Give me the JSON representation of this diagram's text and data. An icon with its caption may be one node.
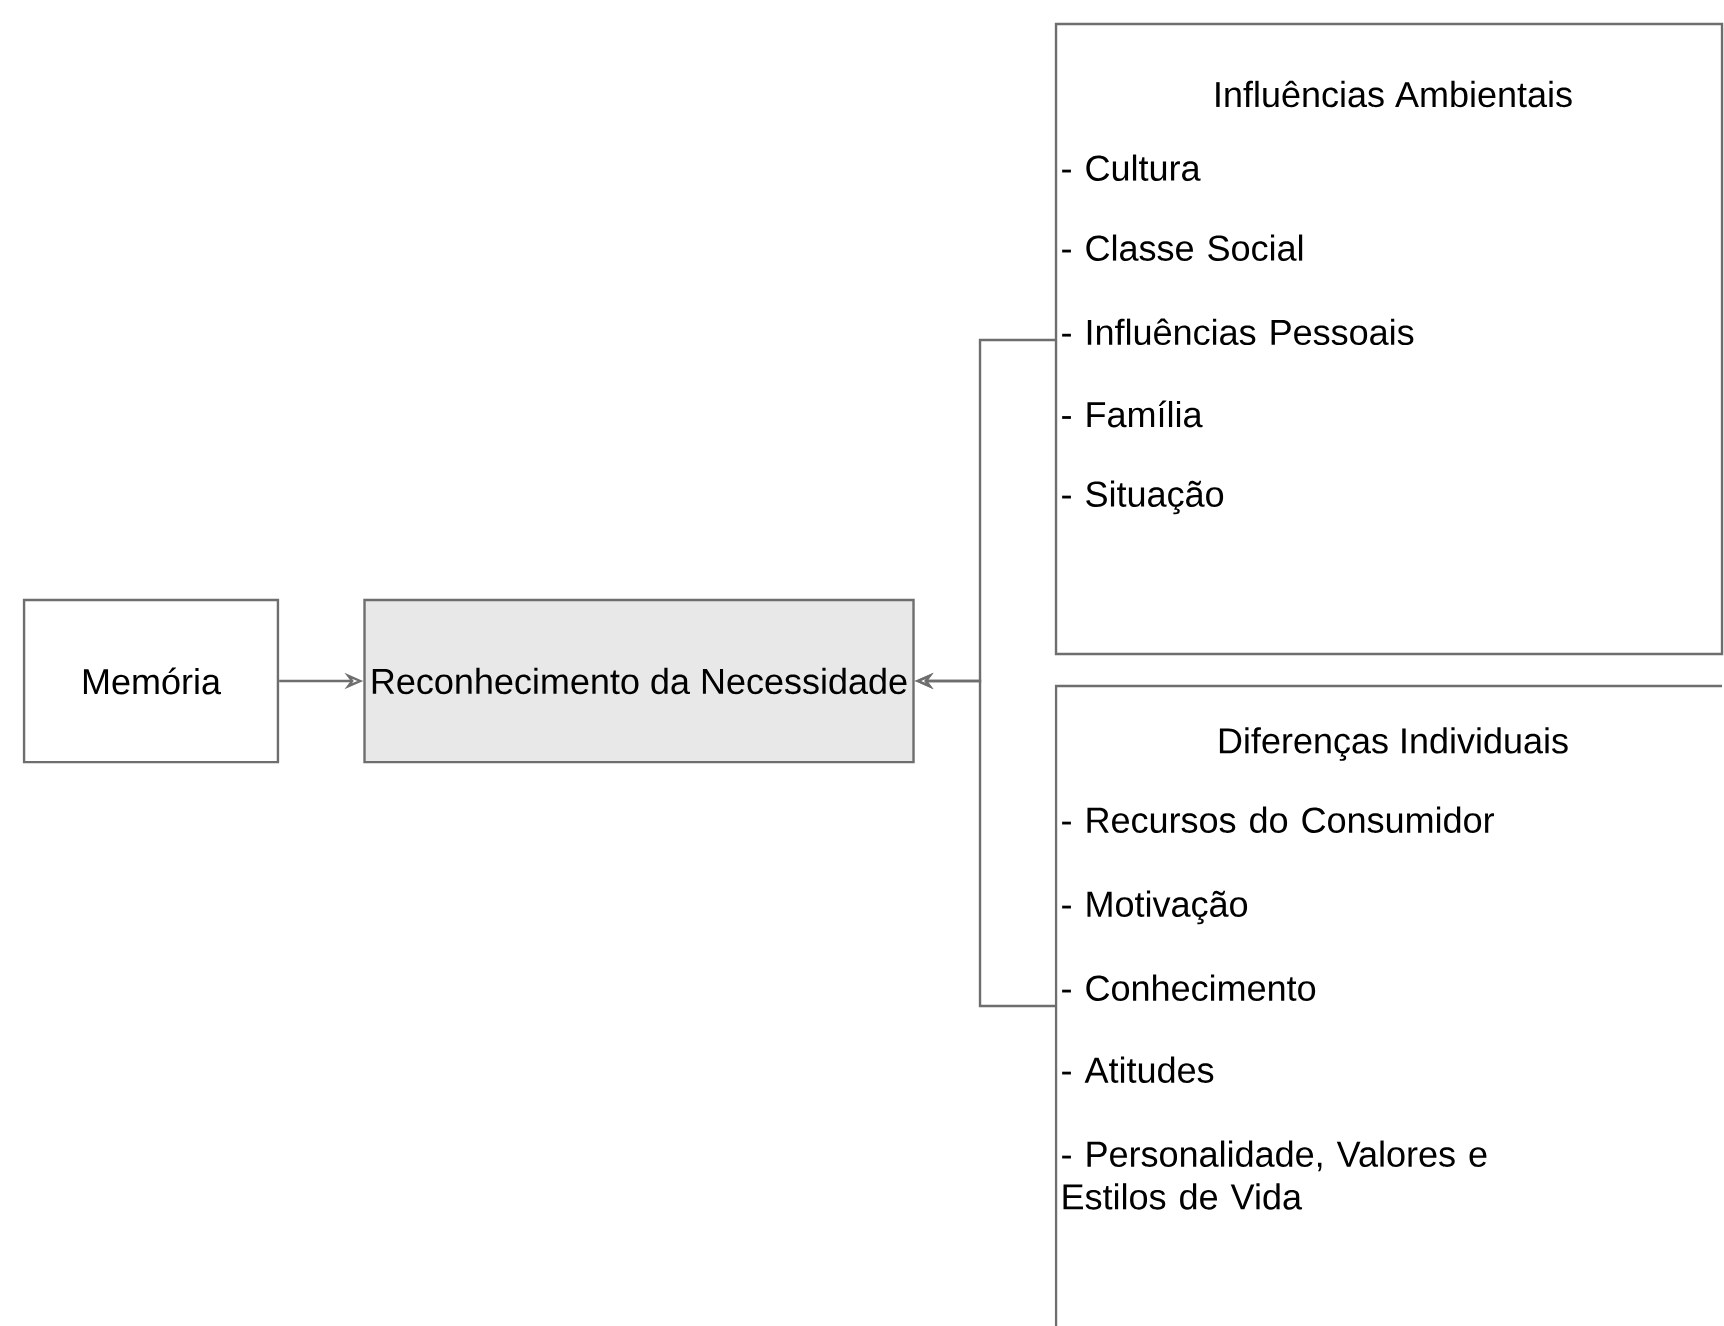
{
  "diagram": {
    "nodes": [
      {
        "text": [
          "Memória"
        ]
      },
      {
        "text": [
          "Reconhecimento da Necessidade"
        ]
      },
      {
        "text": [
          "Influências Ambientais",
          "- Cultura",
          "- Classe Social",
          "- Influências Pessoais",
          "- Família",
          "- Situação"
        ]
      },
      {
        "text": [
          "Diferenças Individuais",
          "- Recursos do Consumidor",
          "- Motivação",
          "- Conhecimento",
          "- Atitudes",
          "- Personalidade, Valores e Estilos de Vida"
        ]
      }
    ],
    "edges": [
      {
        "from": 0,
        "to": 1,
        "arrow": "to"
      },
      {
        "from": 2,
        "to": 1,
        "arrow": "to"
      },
      {
        "from": 3,
        "to": 1,
        "arrow": "to"
      }
    ]
  }
}
